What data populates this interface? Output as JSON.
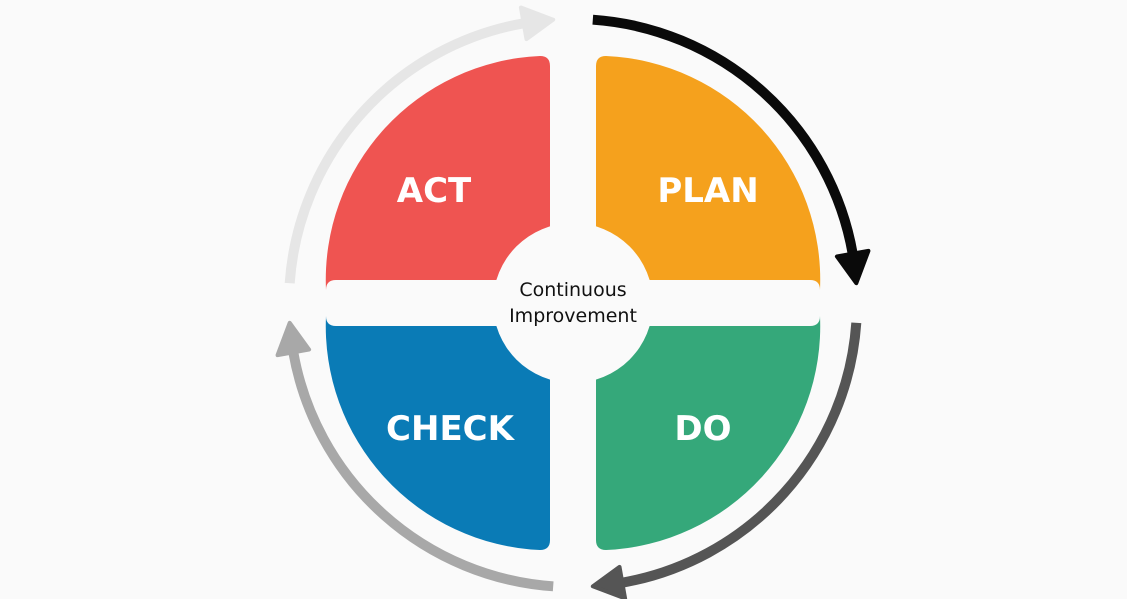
{
  "center": {
    "line1": "Continuous",
    "line2": "Improvement"
  },
  "quadrants": [
    {
      "id": "plan",
      "label": "PLAN",
      "color": "#f5a11d"
    },
    {
      "id": "do",
      "label": "DO",
      "color": "#35a87a"
    },
    {
      "id": "check",
      "label": "CHECK",
      "color": "#0a7bb6"
    },
    {
      "id": "act",
      "label": "ACT",
      "color": "#ef5451"
    }
  ],
  "arrows": [
    {
      "id": "plan-to-do",
      "color": "#0a0a0a"
    },
    {
      "id": "do-to-check",
      "color": "#555555"
    },
    {
      "id": "check-to-act",
      "color": "#a8a8a8"
    },
    {
      "id": "act-to-plan",
      "color": "#e6e6e6"
    }
  ],
  "background": "#fafafa"
}
